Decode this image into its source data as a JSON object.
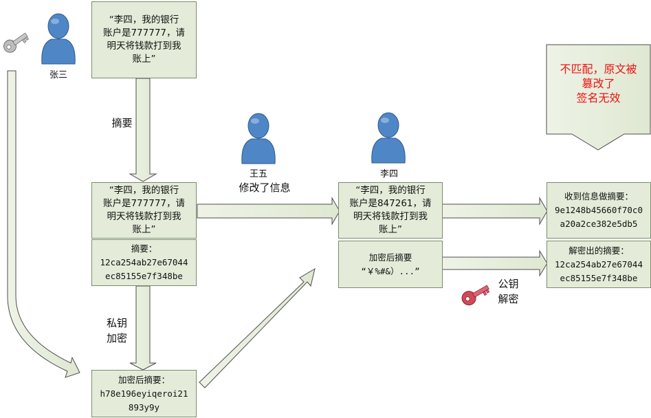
{
  "people": {
    "zhangsan": "张三",
    "wangwu": "王五",
    "lisi": "李四"
  },
  "boxes": {
    "original_message": "“李四，我的银行\n账户是777777，请\n明天将钱款打到我\n账上”",
    "message_copy": "“李四，我的银行\n账户是777777，请\n明天将钱款打到我\n账上”",
    "digest": "摘要：\n12ca254ab27e67044\nec85155e7f348be",
    "encrypted_digest": "加密后摘要：\nh78e196eyiqeroi21\n893y9y",
    "tampered_message": "“李四，我的银行\n账户是847261，请\n明天将钱款打到我\n账上”",
    "received_encrypted": "加密后摘要\n“￥%#&）...”",
    "received_digest": "收到信息做摘要：\n9e1248b45660f70c0\na20a2ce382e5db5",
    "decrypted_digest": "解密出的摘要：\n12ca254ab27e67044\nec85155e7f348be",
    "result": "不匹配，原文被\n篡改了\n签名无效"
  },
  "labels": {
    "digest_step": "摘要",
    "tamper_note": "修改了信息",
    "private_key_encrypt": "私钥\n加密",
    "public_key_decrypt": "公钥\n解密"
  },
  "icons": {
    "private_key": "key-icon",
    "public_key": "key-icon",
    "person": "user-icon"
  },
  "colors": {
    "box_fill": "#e4ecd9",
    "arrow_fill": "#e9efdf",
    "person_blue": "#4f86c6",
    "alert_red": "#ee1111",
    "public_key_red": "#d24a5a",
    "private_key_gray": "#b5b5b5"
  }
}
